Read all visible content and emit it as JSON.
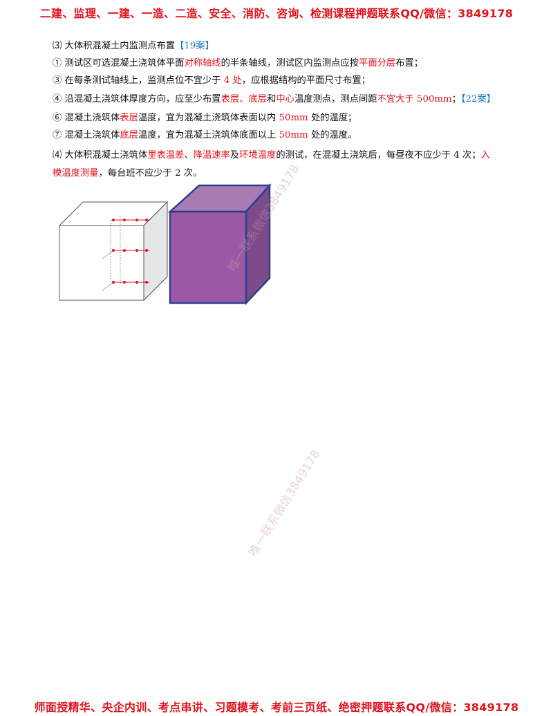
{
  "header_banner": "二建、监理、一建、一造、二造、安全、消防、咨询、检测课程押题联系QQ/微信：3849178",
  "footer_banner": "师面授精华、央企内训、考点串讲、习题模考、考前三页纸、绝密押题联系QQ/微信：3849178",
  "lines": [
    {
      "parts": [
        {
          "t": "⑶ 大体积混凝土内监测点布置",
          "c": ""
        },
        {
          "t": "【19案】",
          "c": "blue"
        }
      ]
    },
    {
      "parts": [
        {
          "t": "① 测试区可选混凝土浇筑体平面",
          "c": ""
        },
        {
          "t": "对称轴线",
          "c": "red"
        },
        {
          "t": "的半条轴线，测试区内监测点应按",
          "c": ""
        },
        {
          "t": "平面分层",
          "c": "red"
        },
        {
          "t": "布置；",
          "c": ""
        }
      ]
    },
    {
      "parts": [
        {
          "t": "③ 在每条测试轴线上，监测点位不宜少于 ",
          "c": ""
        },
        {
          "t": "4 处",
          "c": "red"
        },
        {
          "t": "，应根据结构的平面尺寸布置；",
          "c": ""
        }
      ]
    },
    {
      "parts": [
        {
          "t": "④ 沿混凝土浇筑体厚度方向，应至少布置",
          "c": ""
        },
        {
          "t": "表层、底层",
          "c": "red"
        },
        {
          "t": "和",
          "c": ""
        },
        {
          "t": "中心",
          "c": "red"
        },
        {
          "t": "温度测点，测点间距",
          "c": ""
        },
        {
          "t": "不宜大于 500mm",
          "c": "red"
        },
        {
          "t": "；",
          "c": ""
        },
        {
          "t": "【22案】",
          "c": "blue"
        }
      ]
    },
    {
      "parts": [
        {
          "t": "⑥ 混凝土浇筑体",
          "c": ""
        },
        {
          "t": "表层",
          "c": "red"
        },
        {
          "t": "温度，宜为混凝土浇筑体表面以内 ",
          "c": ""
        },
        {
          "t": "50mm",
          "c": "red"
        },
        {
          "t": " 处的温度；",
          "c": ""
        }
      ]
    },
    {
      "parts": [
        {
          "t": "⑦ 混凝土浇筑体",
          "c": ""
        },
        {
          "t": "底层",
          "c": "red"
        },
        {
          "t": "温度，宜为混凝土浇筑体底面以上 ",
          "c": ""
        },
        {
          "t": "50mm",
          "c": "red"
        },
        {
          "t": " 处的温度。",
          "c": ""
        }
      ]
    },
    {
      "parts": [
        {
          "t": "⑷ 大体积混凝土浇筑体",
          "c": ""
        },
        {
          "t": "里表温差",
          "c": "red"
        },
        {
          "t": "、",
          "c": ""
        },
        {
          "t": "降温速率",
          "c": "red"
        },
        {
          "t": "及",
          "c": ""
        },
        {
          "t": "环境温度",
          "c": "red"
        },
        {
          "t": "的测试，在混凝土浇筑后，每昼夜不应少于 4 次；",
          "c": ""
        },
        {
          "t": "入",
          "c": "red"
        }
      ]
    },
    {
      "parts": [
        {
          "t": "模温度测量",
          "c": "red"
        },
        {
          "t": "，每台班不应少于 2 次。",
          "c": ""
        }
      ]
    }
  ],
  "watermarks": [
    "唯一联系微信3849178",
    "唯一联系微信3849178"
  ],
  "colors": {
    "red": "#e0121b",
    "blue": "#1a78c2",
    "cube": "#9b59a5",
    "cube_edge": "#2e3f8a"
  }
}
